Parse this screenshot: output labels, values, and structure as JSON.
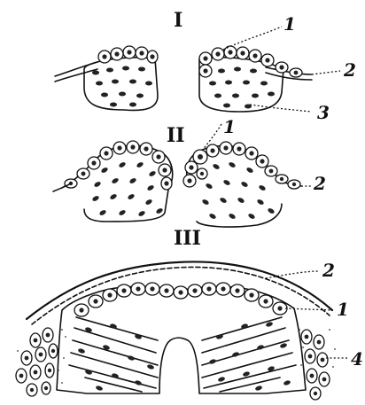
{
  "panels": [
    {
      "id": "panel-1",
      "roman": "I"
    },
    {
      "id": "panel-2",
      "roman": "II"
    },
    {
      "id": "panel-3",
      "roman": "III"
    }
  ],
  "labels": {
    "p1_label_1": "1",
    "p1_label_2": "2",
    "p1_label_3": "3",
    "p2_label_1": "1",
    "p2_label_2": "2",
    "p3_label_2": "2",
    "p3_label_1": "1",
    "p3_label_4": "4"
  }
}
